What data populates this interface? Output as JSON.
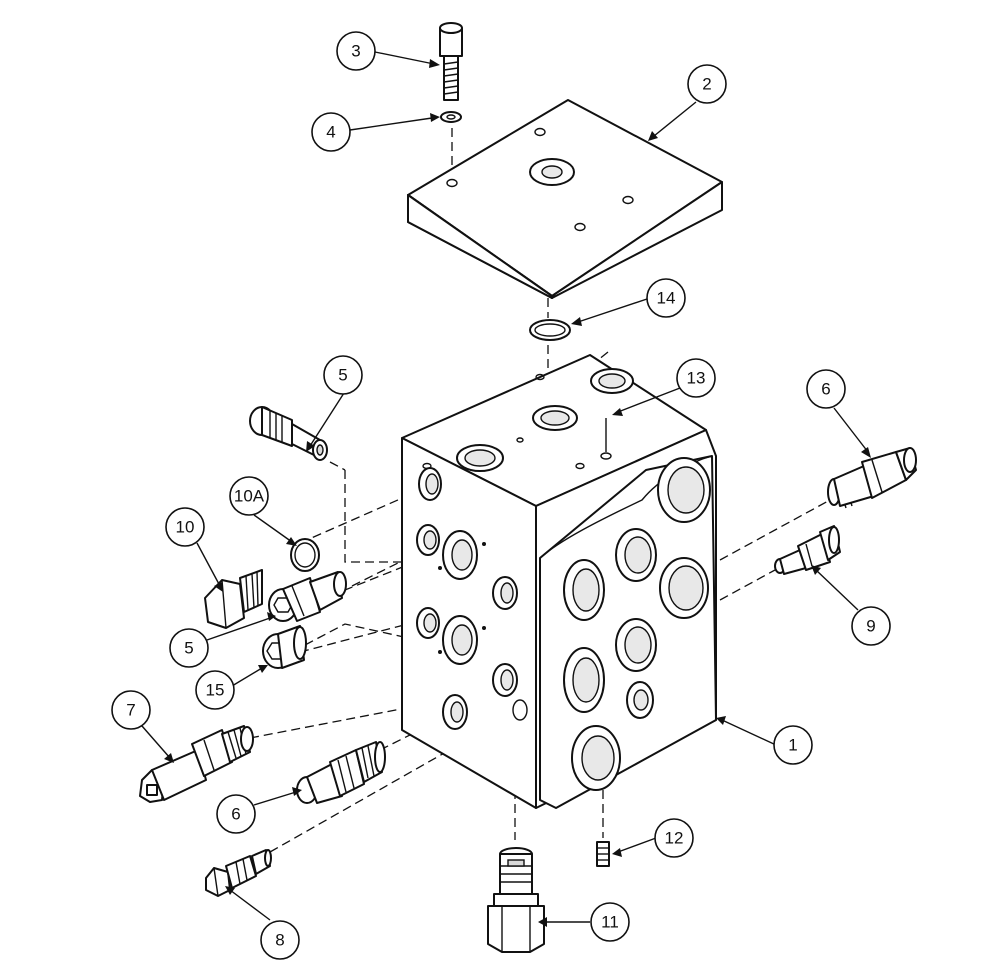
{
  "diagram": {
    "callouts": [
      {
        "id": "c3",
        "label": "3"
      },
      {
        "id": "c4",
        "label": "4"
      },
      {
        "id": "c2",
        "label": "2"
      },
      {
        "id": "c14",
        "label": "14"
      },
      {
        "id": "c5a",
        "label": "5"
      },
      {
        "id": "c13",
        "label": "13"
      },
      {
        "id": "c6a",
        "label": "6"
      },
      {
        "id": "c10a",
        "label": "10A"
      },
      {
        "id": "c10",
        "label": "10"
      },
      {
        "id": "c9",
        "label": "9"
      },
      {
        "id": "c5b",
        "label": "5"
      },
      {
        "id": "c15",
        "label": "15"
      },
      {
        "id": "c7",
        "label": "7"
      },
      {
        "id": "c1",
        "label": "1"
      },
      {
        "id": "c6b",
        "label": "6"
      },
      {
        "id": "c12",
        "label": "12"
      },
      {
        "id": "c11",
        "label": "11"
      },
      {
        "id": "c8",
        "label": "8"
      }
    ]
  }
}
